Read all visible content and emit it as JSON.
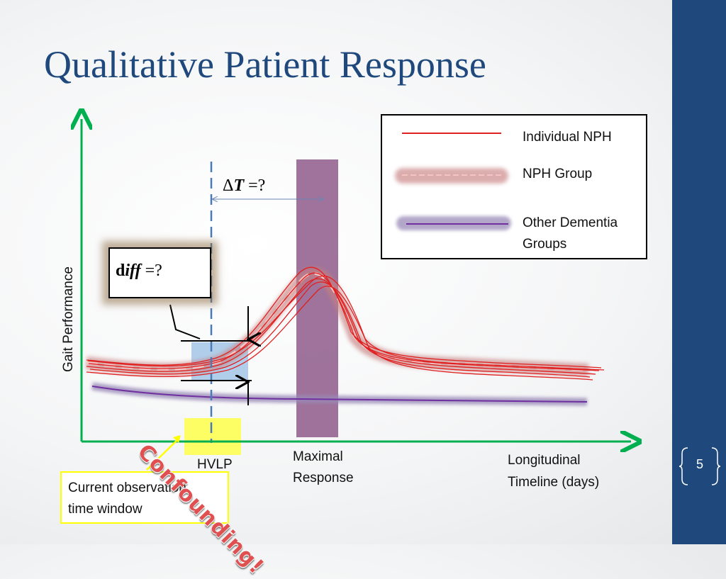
{
  "title": "Qualitative Patient Response",
  "page_number": "5",
  "axes": {
    "y_label": "Gait Performance",
    "x_label_line1": "Longitudinal",
    "x_label_line2": "Timeline (days)"
  },
  "legend": {
    "individual": "Individual NPH",
    "group": "NPH Group",
    "other_line1": "Other Dementia",
    "other_line2": "Groups"
  },
  "labels": {
    "hvlp": "HVLP",
    "maximal_line1": "Maximal",
    "maximal_line2": "Response",
    "observation_line1": "Current observation",
    "observation_line2": "time window",
    "confounding": "Confounding!"
  },
  "math": {
    "delta_t_prefix": "Δ",
    "delta_t_var": "T",
    "delta_t_suffix": " =?",
    "diff_prefix": "d",
    "diff_var": "iff",
    "diff_suffix": " =?"
  },
  "colors": {
    "title": "#1f497d",
    "sidebar": "#1f497d",
    "axis": "#00b050",
    "individual_nph": "#e02020",
    "nph_group": "#e8a0a0",
    "other_dementia": "#7030a0",
    "maximal_band": "#8e5a8a",
    "highlight": "#ffff00",
    "window": "#9dc3e6"
  }
}
